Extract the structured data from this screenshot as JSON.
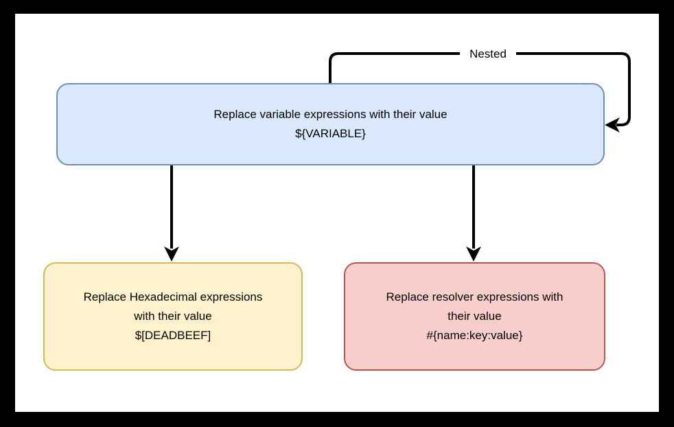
{
  "canvas": {
    "background_color": "#ffffff",
    "frame_color": "#000000",
    "text_color": "#000000"
  },
  "nodes": {
    "variable": {
      "text": "Replace variable expressions with their value\n${VARIABLE}",
      "fill": "#dae8fc",
      "stroke": "#6c8ebf"
    },
    "hexadecimal": {
      "text": "Replace Hexadecimal expressions\nwith their value\n$[DEADBEEF]",
      "fill": "#fff2cc",
      "stroke": "#d6b656"
    },
    "resolver": {
      "text": "Replace resolver expressions with\ntheir value\n#{name:key:value}",
      "fill": "#f8cecc",
      "stroke": "#b85450"
    }
  },
  "edges": {
    "nested_label": "Nested",
    "arrow_color": "#000000"
  }
}
